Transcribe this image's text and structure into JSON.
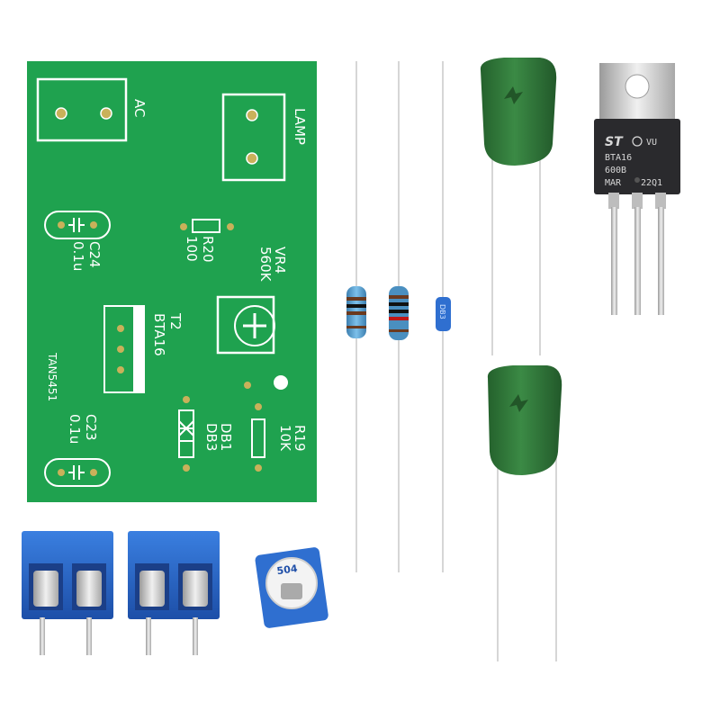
{
  "pcb": {
    "ac_label": "AC",
    "lamp_label": "LAMP",
    "r20_ref": "R20",
    "r20_value": "100",
    "vr4_ref": "VR4",
    "vr4_value": "560K",
    "c24_ref": "C24",
    "c24_value": "0.1u",
    "t2_ref": "T2",
    "t2_value": "BTA16",
    "board_id": "TAN5451",
    "db_ref_1": "DB1",
    "db_ref_2": "DB3",
    "r19_ref": "R19",
    "r19_value": "10K",
    "c23_ref": "C23",
    "c23_value": "0.1u"
  },
  "triac": {
    "marking_line1": "BTA16",
    "marking_line2": "600B",
    "marking_line3": "MAR",
    "marking_line4": "22Q1",
    "marking_suffix": "VU"
  },
  "trimmer": {
    "code": "504"
  },
  "diac": {
    "marking": "DB3"
  },
  "colors": {
    "pcb_green": "#1fa24f",
    "silkscreen": "#ffffff",
    "capacitor_green": "#2e7d3a",
    "terminal_blue": "#2f6fd0",
    "resistor_blue": "#5aa3d6"
  }
}
